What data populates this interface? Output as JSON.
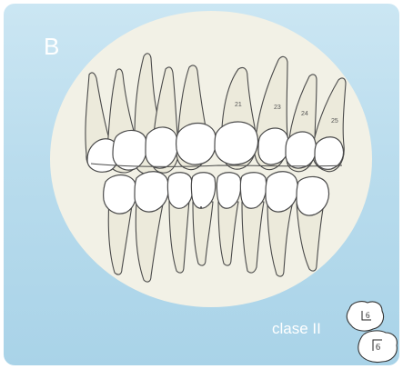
{
  "panel": {
    "letter": "B",
    "classification": "clase II"
  },
  "upper_tooth_numbers": [
    "21",
    "23",
    "24",
    "25"
  ],
  "molar_icon": {
    "upper_mark": "6",
    "lower_mark": "6"
  },
  "colors": {
    "background": "#b9dced",
    "oval": "#f2f1e6",
    "tooth_outline": "#4a4a4a",
    "tooth_root": "#ece9c8"
  }
}
